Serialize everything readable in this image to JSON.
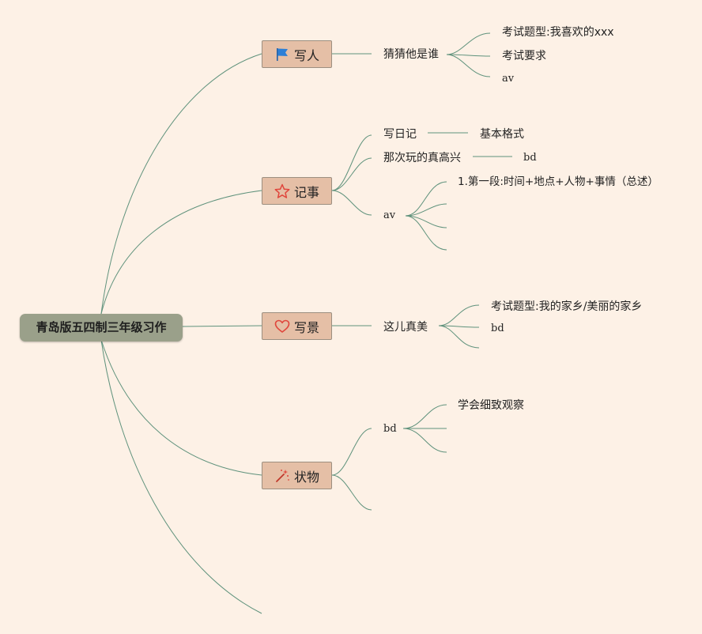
{
  "root": {
    "label": "青岛版五四制三年级习作"
  },
  "branches": [
    {
      "label": "写人",
      "icon": "flag-icon",
      "children": [
        {
          "label": "猜猜他是谁",
          "children": [
            "考试题型:我喜欢的xxx",
            "考试要求",
            "av"
          ]
        }
      ]
    },
    {
      "label": "记事",
      "icon": "star-icon",
      "children": [
        {
          "label": "写日记",
          "children": [
            "基本格式"
          ]
        },
        {
          "label": "那次玩的真高兴",
          "children": [
            "bd"
          ]
        },
        {
          "label": "av",
          "children": [
            "1.第一段:时间+地点+人物+事情（总述）",
            "",
            "",
            ""
          ]
        }
      ]
    },
    {
      "label": "写景",
      "icon": "heart-icon",
      "children": [
        {
          "label": "这儿真美",
          "children": [
            "考试题型:我的家乡/美丽的家乡",
            "bd",
            ""
          ]
        }
      ]
    },
    {
      "label": "状物",
      "icon": "magic-wand-icon",
      "children": [
        {
          "label": "bd",
          "children": [
            "学会细致观察",
            "",
            ""
          ]
        },
        {
          "label": "",
          "children": []
        }
      ]
    },
    {
      "label": "",
      "icon": "",
      "children": []
    }
  ],
  "colors": {
    "background": "#fdf1e6",
    "connector": "#5f927c",
    "root_fill": "#9aa08a",
    "topic_fill": "#e5bfa6",
    "topic_border": "#9c8f80",
    "flag": "#2d7fd6",
    "star": "#e0463c",
    "heart": "#e0463c",
    "wand": "#e0463c"
  }
}
